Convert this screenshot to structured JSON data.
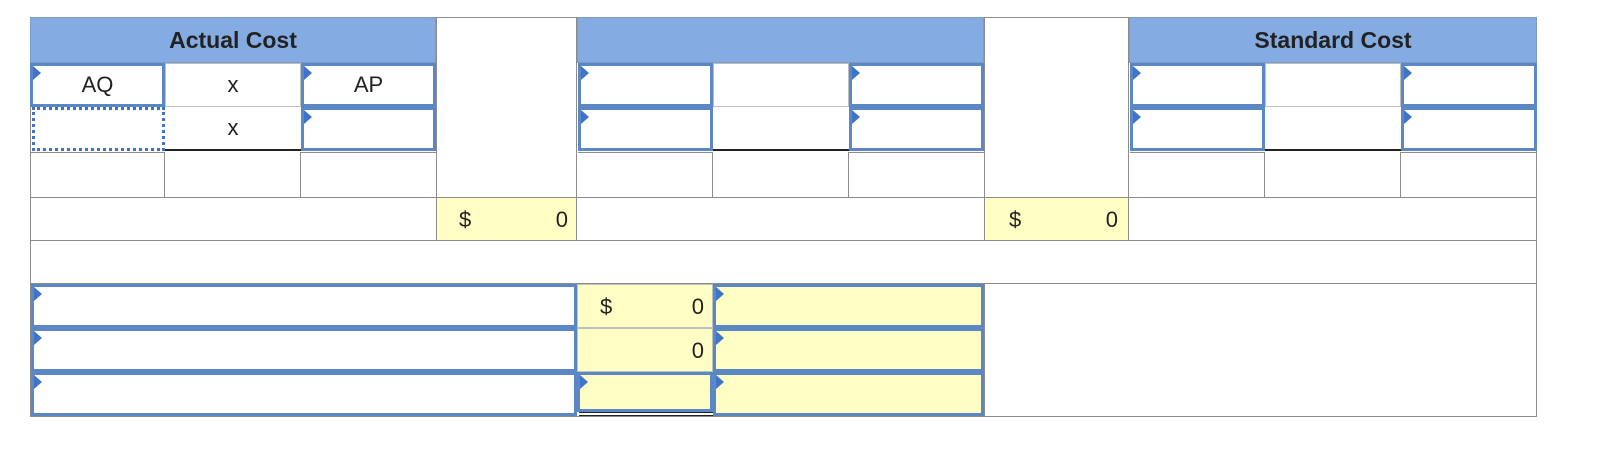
{
  "headers": {
    "actual_cost": "Actual Cost",
    "standard_cost": "Standard Cost"
  },
  "actual_cost_table": {
    "row1": {
      "aq_label": "AQ",
      "x": "x",
      "ap_label": "AP"
    },
    "row2": {
      "aq_value": "",
      "x": "x",
      "ap_value": ""
    }
  },
  "totals": {
    "actual_currency": "$",
    "actual_value": "0",
    "middle_currency": "$",
    "middle_value": "0"
  },
  "variance_section": {
    "rows": [
      {
        "label": "",
        "currency": "$",
        "value": "0",
        "type": ""
      },
      {
        "label": "",
        "currency": "",
        "value": "0",
        "type": ""
      },
      {
        "label": "",
        "currency": "",
        "value": "",
        "type": ""
      }
    ]
  },
  "colors": {
    "header_blue": "#84ace2",
    "input_border": "#5b87c5",
    "total_yellow": "#fffec4",
    "grid_gray": "#8c8c8c"
  }
}
